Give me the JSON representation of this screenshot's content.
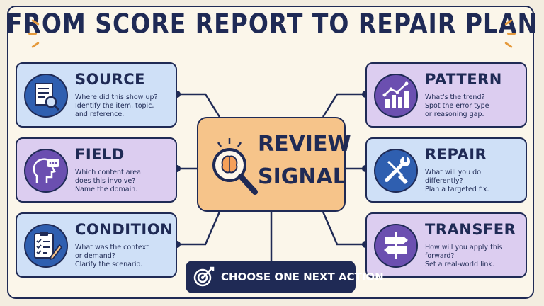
{
  "title": "FROM SCORE REPORT TO REPAIR PLAN",
  "center": {
    "line1": "REVIEW",
    "line2": "SIGNAL"
  },
  "cards": [
    {
      "title": "SOURCE",
      "lines": [
        "Where did this show up?",
        "Identify the item, topic,",
        "and reference."
      ]
    },
    {
      "title": "FIELD",
      "lines": [
        "Which content area",
        "does this involve?",
        "Name the domain."
      ]
    },
    {
      "title": "CONDITION",
      "lines": [
        "What was the context",
        "or demand?",
        "Clarify the scenario."
      ]
    },
    {
      "title": "PATTERN",
      "lines": [
        "What's the trend?",
        "Spot the error type",
        "or reasoning gap."
      ]
    },
    {
      "title": "REPAIR",
      "lines": [
        "What will you do",
        "differently?",
        "Plan a targeted fix."
      ]
    },
    {
      "title": "TRANSFER",
      "lines": [
        "How will you apply this",
        "forward?",
        "Set a real-world link."
      ]
    }
  ],
  "action": {
    "label": "CHOOSE ONE NEXT ACTION"
  },
  "icons": [
    "document-magnifier-icon",
    "head-speech-icon",
    "clipboard-checklist-icon",
    "bar-chart-trend-icon",
    "wrench-screwdriver-icon",
    "signpost-icon",
    "brain-magnifier-icon",
    "target-arrow-icon"
  ],
  "colors": {
    "navy": "#1f2a55",
    "blue_card": "#cfe0f7",
    "purple_card": "#dccdf0",
    "center": "#f6c48a",
    "accent": "#e59a3c"
  }
}
